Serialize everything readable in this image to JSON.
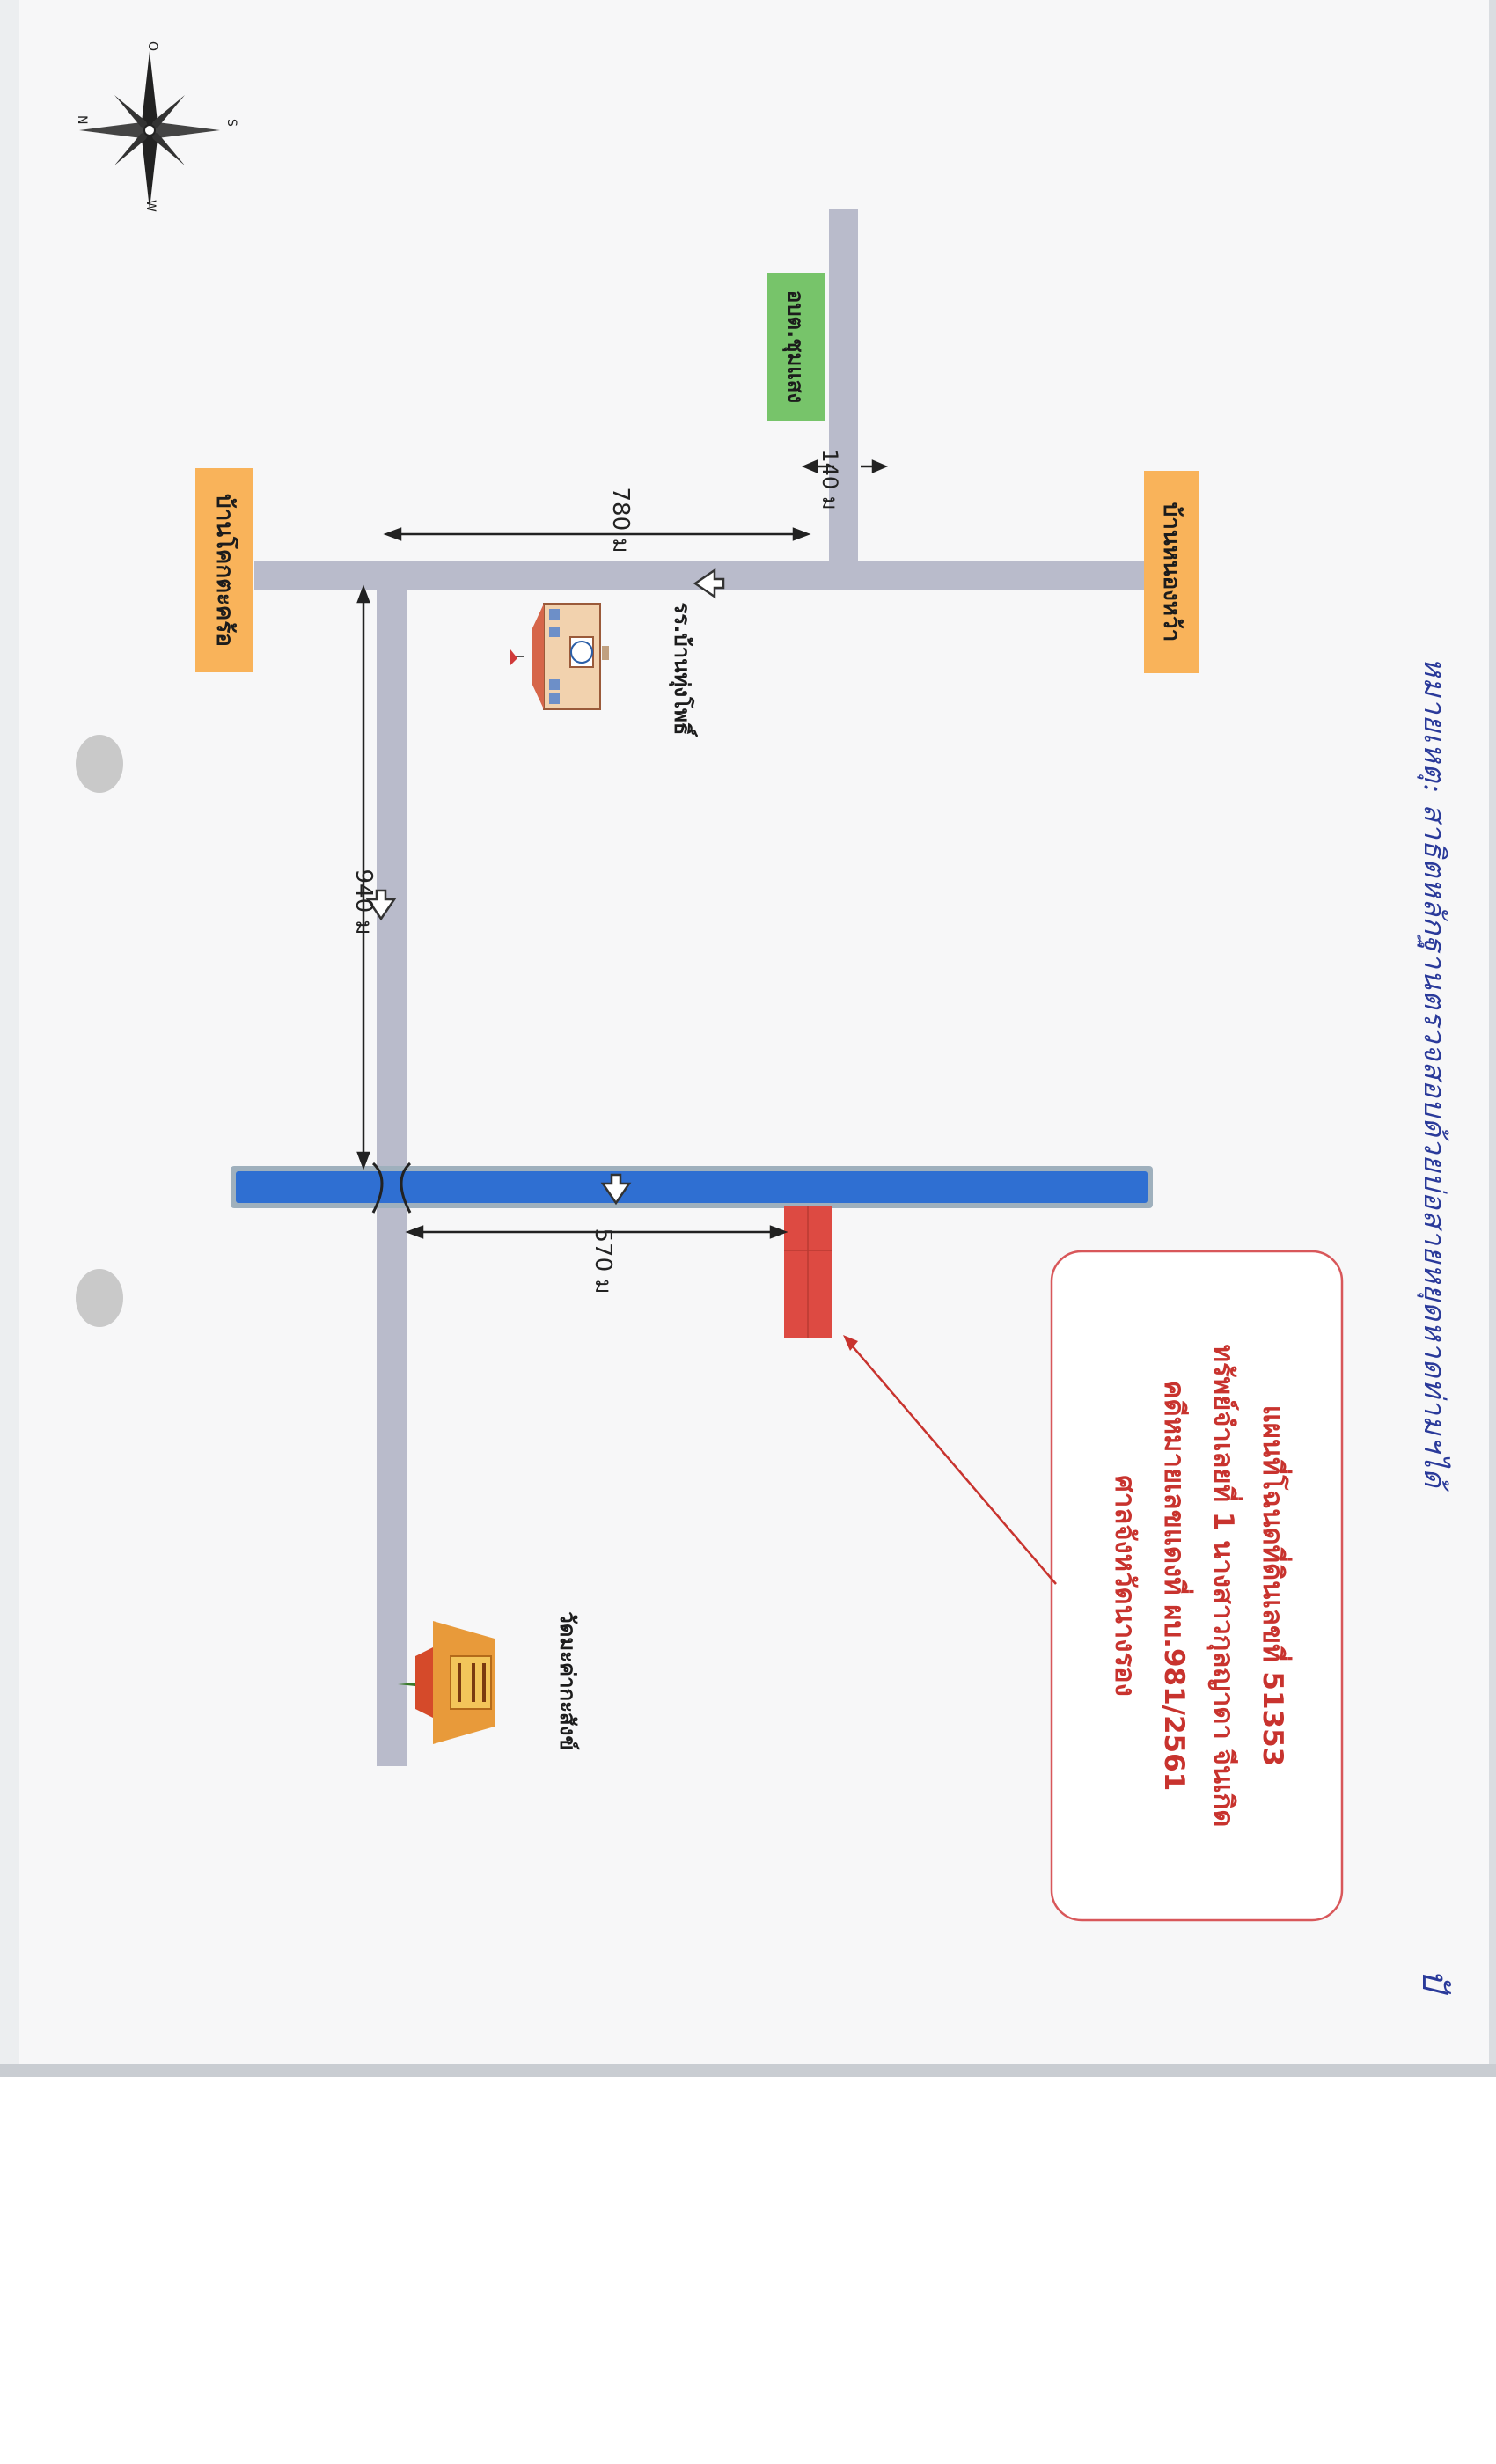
{
  "map": {
    "places": {
      "ban_khok_takhro": "บ้านโคกตะคร้อ",
      "ban_nong_wa": "บ้านหนองหว้า",
      "obt_chum_saeng": "อบต.ชุมแสง",
      "school": "รร.บ้านทุ่งโพธิ์",
      "temple": "วัดมะค่ากะสังข์"
    },
    "distances": {
      "d940": "940 ม",
      "d780": "780 ม",
      "d140": "140 ม",
      "d570": "570 ม"
    },
    "compass": {
      "n": "N",
      "s": "S",
      "e": "O",
      "w": "W"
    },
    "callout": {
      "line1": "แผนที่โฉนดที่ดินเลขที่ 51353",
      "line2": "ทรัพย์จำเลยที่ 1 นางสาวกุลญาดา  จีนเกิด",
      "line3": "คดีหมายเลขแดงที่ ผบ.981/2561",
      "line4": "ศาลจังหวัดนางรอง"
    },
    "handwritten_note": "หมายเหตุ: สาธิตหลักฐานตรวจสอบด้วยบ่อสายหยุดหาดท่ามฯได้",
    "handwritten_mark": "ปั"
  },
  "colors": {
    "road": "#b9bbcb",
    "river": "#2f6fd2",
    "river_border": "#9fb0bd",
    "place_box": "#f9b35a",
    "obt_box": "#77c46a",
    "plot": "#dd4a42",
    "callout_border": "#d8575a",
    "ink": "#2a3a9a"
  }
}
